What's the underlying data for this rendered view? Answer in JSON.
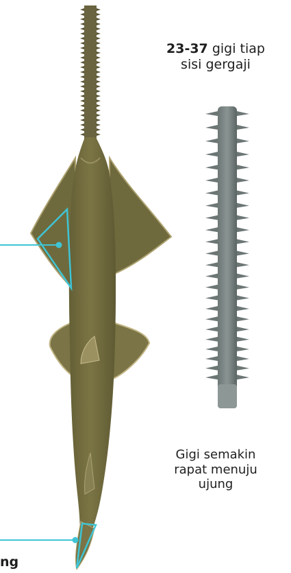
{
  "captions": {
    "teeth_count_number": "23-37",
    "teeth_count_text": " gigi tiap",
    "teeth_count_text2": "sisi gergaji",
    "spacing_line1": "Gigi semakin",
    "spacing_line2": "rapat menuju",
    "spacing_line3": "ujung",
    "cutoff_text": "ng"
  },
  "colors": {
    "body": "#716b3f",
    "body_light": "#8c8655",
    "fin_edge": "#b8ac7a",
    "rostrum": "#5f6968",
    "rostrum_light": "#8c9695",
    "callout": "#3fc4d4",
    "text": "#1e1e1e"
  },
  "icons": {
    "sawfish": "sawfish-silhouette",
    "rostrum": "rostrum-closeup"
  }
}
